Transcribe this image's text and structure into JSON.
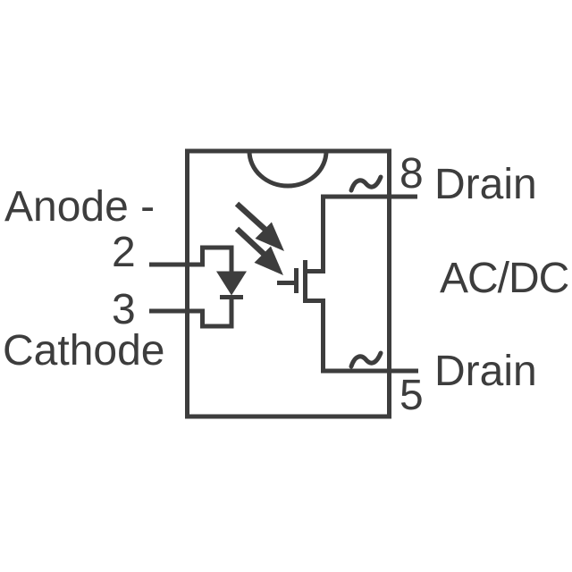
{
  "diagram": {
    "kind": "optocoupler-photomos-relay-internal-schematic",
    "colors": {
      "ink": "#3d3d3d",
      "background": "#ffffff"
    },
    "labels": {
      "anode": "Anode -",
      "pin2": "2",
      "pin3": "3",
      "cathode": "Cathode",
      "pin8": "8",
      "drain_top": "Drain",
      "ac_dc": "AC/DC",
      "drain_bottom": "Drain",
      "pin5": "5"
    },
    "icons": {
      "ac_wave": "~",
      "led": "led-diode-icon",
      "mosfet": "mosfet-icon",
      "light_arrows": "light-emission-arrows-icon",
      "notch": "package-orientation-notch-icon"
    }
  }
}
